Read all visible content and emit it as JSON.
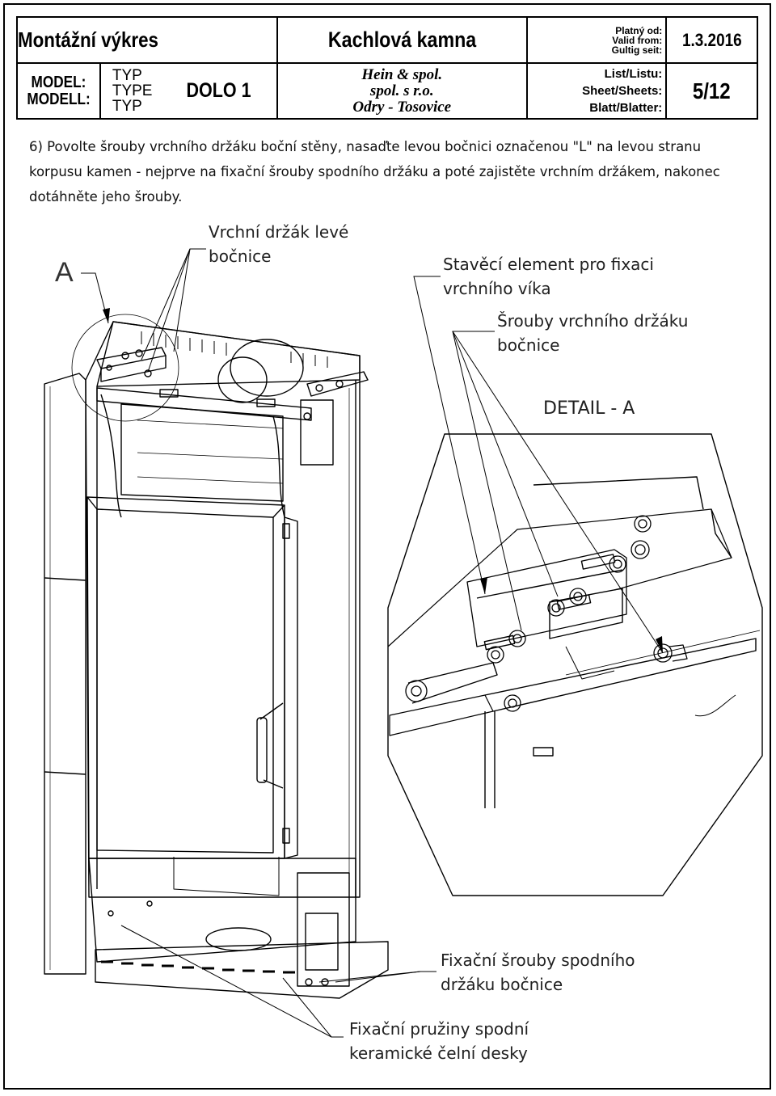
{
  "header": {
    "drawing_title": "Montážní výkres",
    "product_name": "Kachlová kamna",
    "valid_from_labels": [
      "Platný od:",
      "Valid from:",
      "Gultig seit:"
    ],
    "valid_from_date": "1.3.2016",
    "model_labels": [
      "MODEL:",
      "MODELL:"
    ],
    "type_labels": [
      "TYP",
      "TYPE",
      "TYP"
    ],
    "model_value": "DOLO 1",
    "manufacturer_lines": [
      "Hein & spol.",
      "spol. s r.o.",
      "Odry - Tosovice"
    ],
    "sheet_labels": [
      "List/Listu:",
      "Sheet/Sheets:",
      "Blatt/Blatter:"
    ],
    "sheet_value": "5/12"
  },
  "instruction": "6) Povolte šrouby vrchního držáku boční stěny, nasaďte levou bočnici označenou \"L\" na levou stranu korpusu kamen - nejprve na fixační šrouby spodního držáku a poté zajistěte vrchním držákem, nakonec dotáhněte jeho šrouby.",
  "callouts": {
    "detail_marker": "A",
    "top_bracket": [
      "Vrchní držák levé",
      "bočnice"
    ],
    "levelling_element": [
      "Stavěcí element pro fixaci",
      "vrchního víka"
    ],
    "bracket_screws": [
      "Šrouby vrchního držáku",
      "bočnice"
    ],
    "detail_title": "DETAIL - A",
    "bottom_screws": [
      "Fixační šrouby spodního",
      "držáku bočnice"
    ],
    "springs": [
      "Fixační pružiny spodní",
      "keramické čelní desky"
    ]
  }
}
